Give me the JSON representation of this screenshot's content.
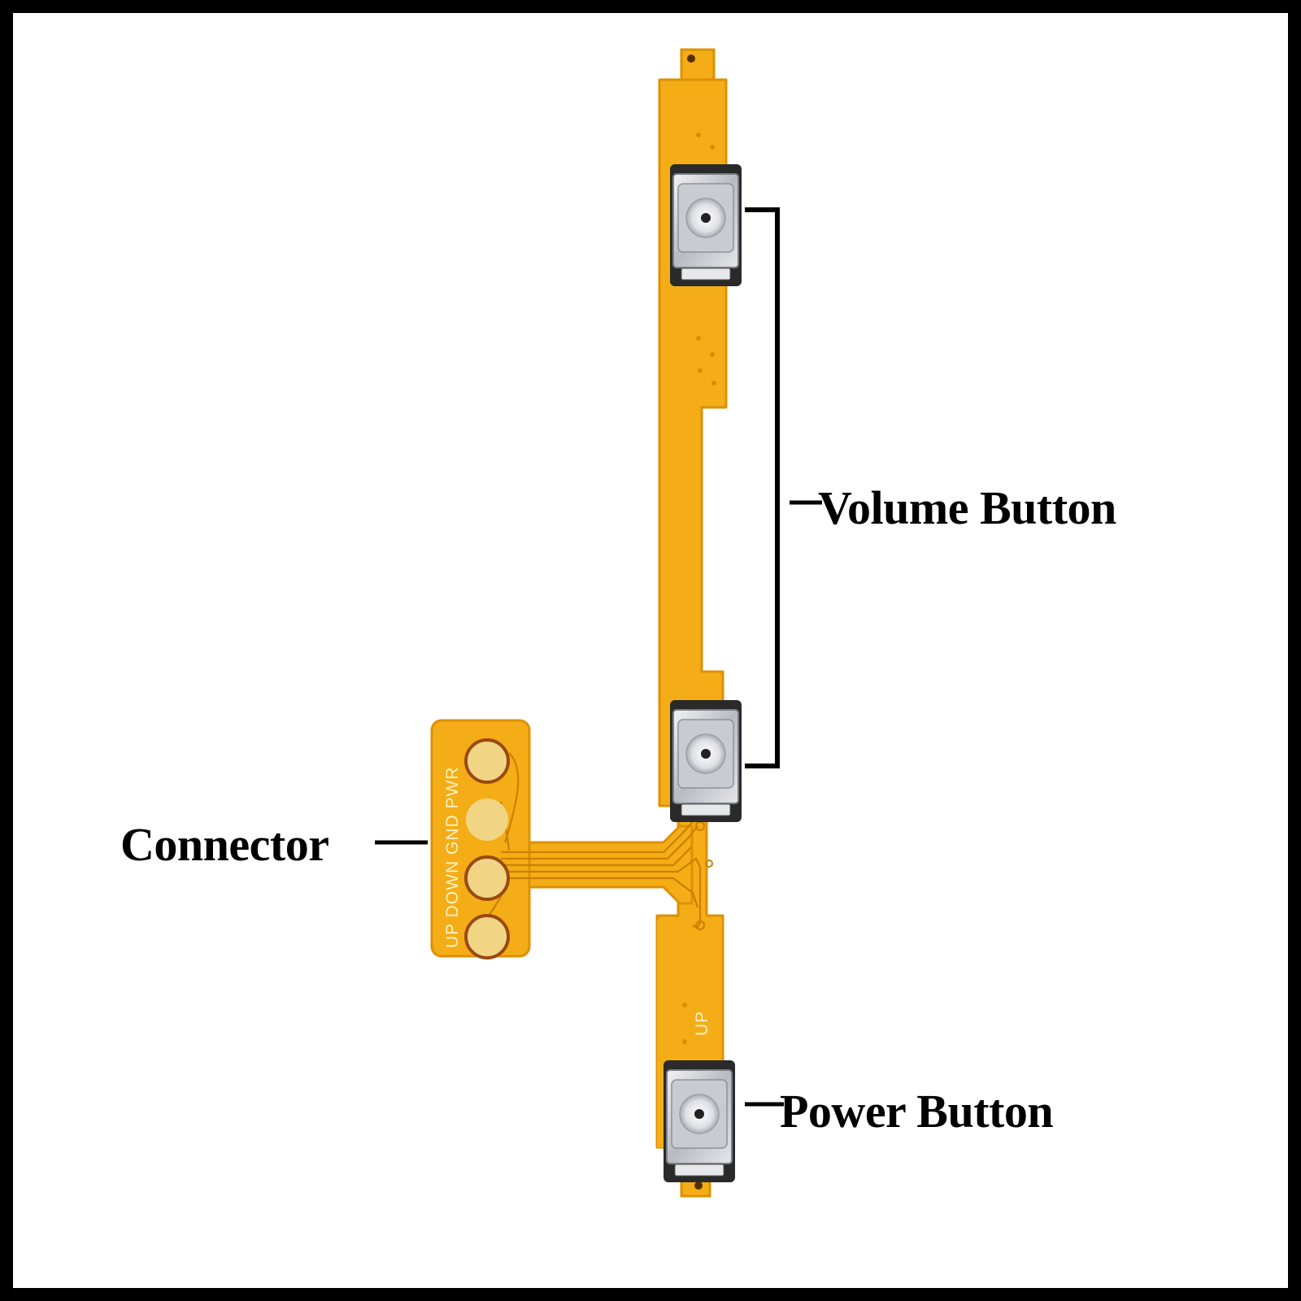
{
  "labels": {
    "volume": "Volume Button",
    "connector": "Connector",
    "power": "Power Button"
  },
  "pcb_markings": {
    "connector_pins": "UP  DOWN GND  PWR",
    "power_side": "UP"
  },
  "colors": {
    "flex": "#f4ad16",
    "flex_edge": "#dd9005",
    "pad": "#f1d585",
    "pad_ring": "#9a4a10",
    "trace": "#d68b00",
    "switch_metal": "#c9ccd1",
    "frame": "#000000",
    "background": "#ffffff"
  },
  "icons": [
    "tactile-switch-icon"
  ]
}
